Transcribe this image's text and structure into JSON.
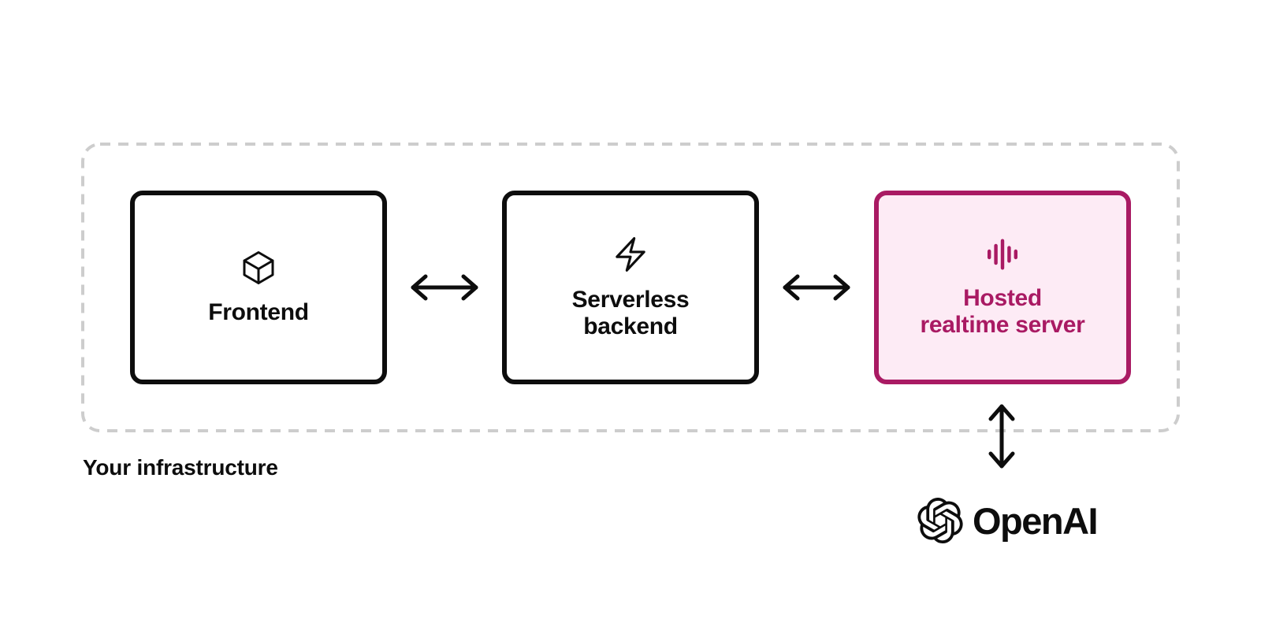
{
  "diagram": {
    "container_label": "Your infrastructure",
    "nodes": [
      {
        "label": "Frontend",
        "lines": [
          "Frontend"
        ],
        "icon": "cube-icon",
        "accent": false
      },
      {
        "label": "Serverless backend",
        "lines": [
          "Serverless",
          "backend"
        ],
        "icon": "bolt-icon",
        "accent": false
      },
      {
        "label": "Hosted realtime server",
        "lines": [
          "Hosted",
          "realtime server"
        ],
        "icon": "waveform-icon",
        "accent": true
      }
    ],
    "connections": [
      {
        "from": "Frontend",
        "to": "Serverless backend",
        "type": "bidirectional"
      },
      {
        "from": "Serverless backend",
        "to": "Hosted realtime server",
        "type": "bidirectional"
      },
      {
        "from": "Hosted realtime server",
        "to": "OpenAI",
        "type": "bidirectional"
      }
    ],
    "brand": {
      "label": "OpenAI",
      "icon": "openai-logo-icon"
    },
    "colors": {
      "accent": "#a91a63",
      "accent_background": "#fdebf5",
      "node_border": "#0d0d0d",
      "dashed_border": "#cdcdcd",
      "text": "#0d0d0d",
      "background": "#ffffff"
    }
  }
}
